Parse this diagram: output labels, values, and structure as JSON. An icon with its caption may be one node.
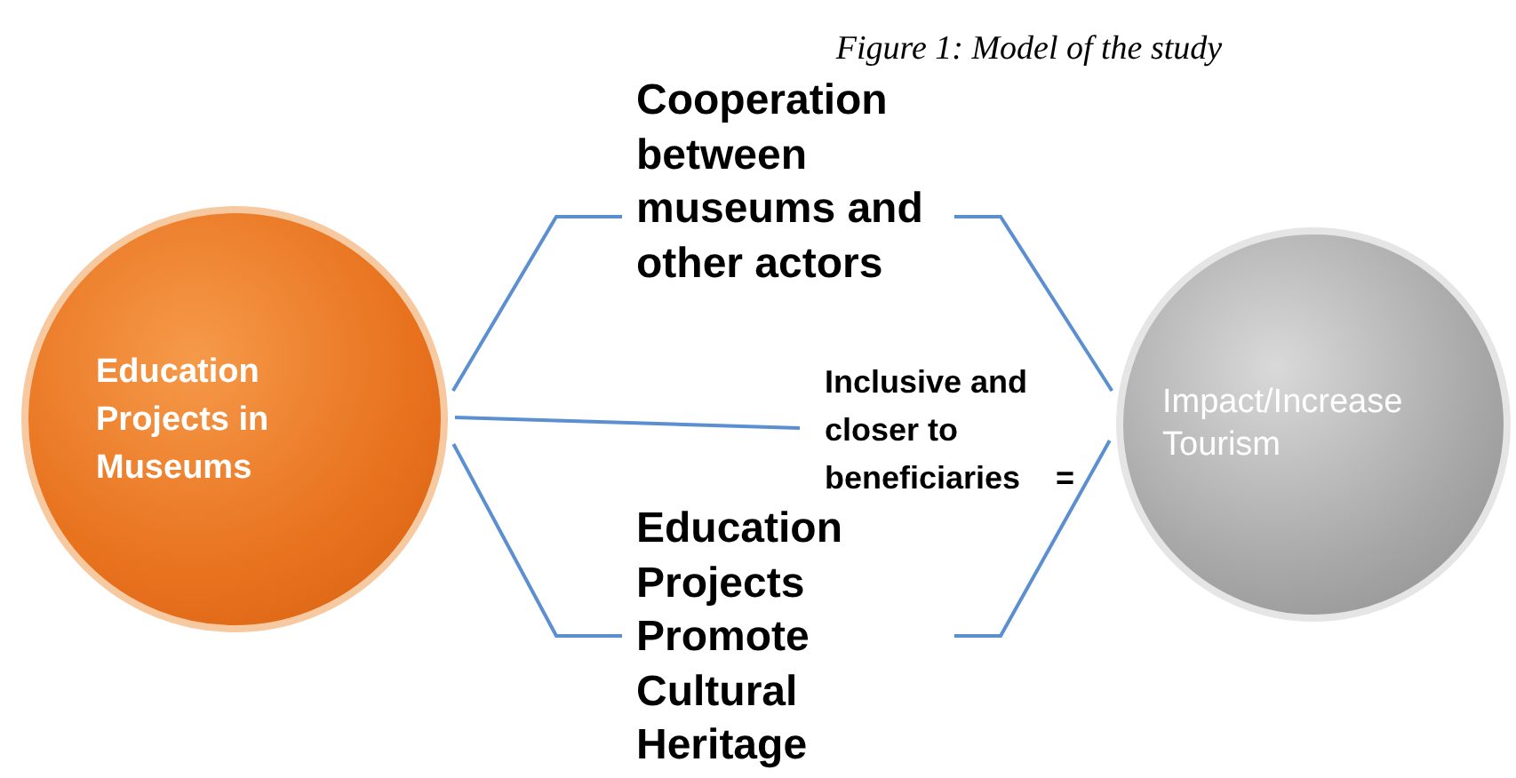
{
  "diagram": {
    "title": "Figure 1: Model of the study",
    "nodes": [
      {
        "text": [
          "Education Projects in Museums"
        ]
      },
      {
        "text": [
          "Cooperation between museums and other actors"
        ]
      },
      {
        "text": [
          "Inclusive and closer to beneficiaries"
        ]
      },
      {
        "text": [
          "Education Projects Promote Cultural Heritage"
        ]
      },
      {
        "text": [
          "Impact/Increase Tourism"
        ]
      }
    ],
    "edges": [
      {
        "from": 0,
        "to": 1,
        "arrow": "none"
      },
      {
        "from": 0,
        "to": 2,
        "arrow": "none"
      },
      {
        "from": 0,
        "to": 3,
        "arrow": "none"
      },
      {
        "from": 1,
        "to": 4,
        "arrow": "none"
      },
      {
        "from": 3,
        "to": 4,
        "arrow": "none"
      }
    ],
    "labels": [
      "="
    ]
  }
}
